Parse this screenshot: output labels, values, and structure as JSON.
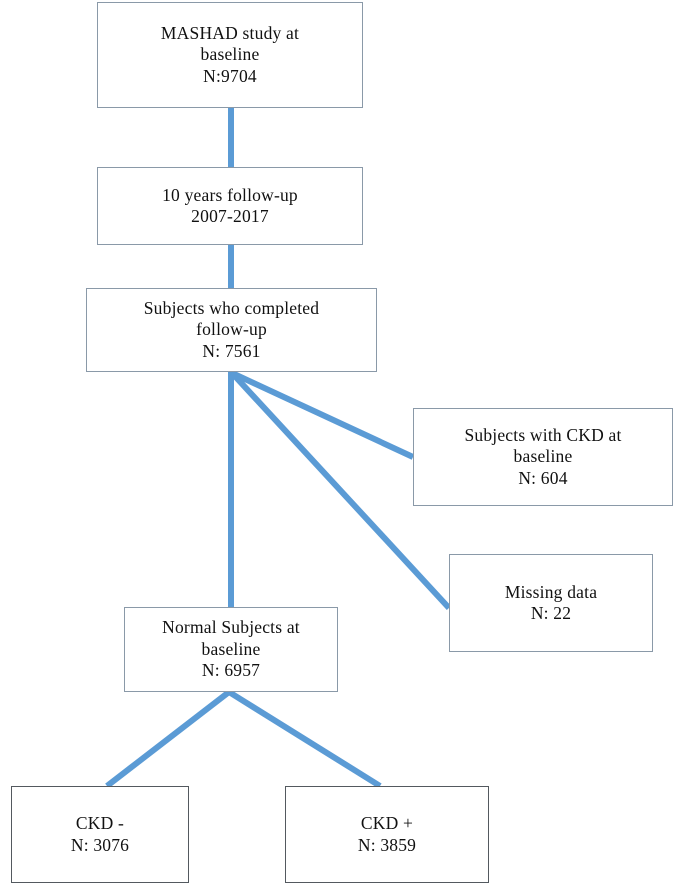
{
  "diagram": {
    "title": "MASHAD study CKD cohort flow diagram",
    "colors": {
      "connector": "#5b9bd5",
      "border_light": "#8a99a8",
      "border_dark": "#53595f",
      "background": "#ffffff",
      "text": "#111111"
    },
    "nodes": [
      {
        "id": "mashad",
        "name": "mashad-study-baseline",
        "lines": [
          "MASHAD study at",
          "baseline",
          "N:9704"
        ],
        "count": 9704
      },
      {
        "id": "followup",
        "name": "ten-years-follow-up",
        "lines": [
          "10 years follow-up",
          "2007-2017"
        ],
        "period": "2007-2017"
      },
      {
        "id": "completed",
        "name": "subjects-completed-follow-up",
        "lines": [
          "Subjects who completed",
          "follow-up",
          "N: 7561"
        ],
        "count": 7561
      },
      {
        "id": "ckd-baseline",
        "name": "subjects-with-ckd-at-baseline",
        "lines": [
          "Subjects with CKD at",
          "baseline",
          "N: 604"
        ],
        "count": 604
      },
      {
        "id": "missing",
        "name": "missing-data",
        "lines": [
          "Missing  data",
          "N: 22"
        ],
        "count": 22
      },
      {
        "id": "normal",
        "name": "normal-subjects-at-baseline",
        "lines": [
          "Normal Subjects at",
          "baseline",
          "N: 6957"
        ],
        "count": 6957
      },
      {
        "id": "ckd-negative",
        "name": "ckd-negative-group",
        "lines": [
          "CKD -",
          "N: 3076"
        ],
        "count": 3076
      },
      {
        "id": "ckd-positive",
        "name": "ckd-positive-group",
        "lines": [
          "CKD +",
          "N: 3859"
        ],
        "count": 3859
      }
    ],
    "edges": [
      {
        "name": "edge-mashad-to-followup",
        "from": "mashad",
        "to": "followup"
      },
      {
        "name": "edge-followup-to-completed",
        "from": "followup",
        "to": "completed"
      },
      {
        "name": "edge-completed-to-ckd-baseline",
        "from": "completed",
        "to": "ckd-baseline"
      },
      {
        "name": "edge-completed-to-missing",
        "from": "completed",
        "to": "missing"
      },
      {
        "name": "edge-completed-to-normal",
        "from": "completed",
        "to": "normal"
      },
      {
        "name": "edge-normal-to-ckd-negative",
        "from": "normal",
        "to": "ckd-negative"
      },
      {
        "name": "edge-normal-to-ckd-positive",
        "from": "normal",
        "to": "ckd-positive"
      }
    ]
  }
}
